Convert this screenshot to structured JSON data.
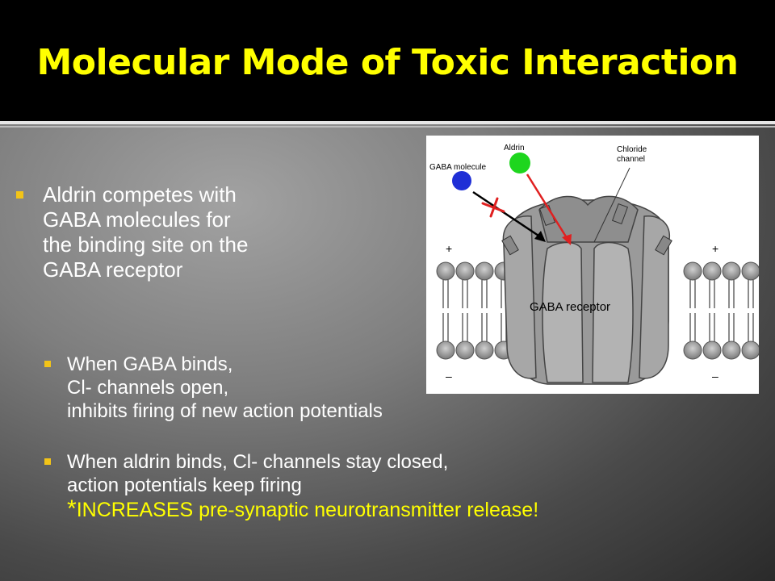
{
  "title": "Molecular Mode of Toxic Interaction",
  "bullet": {
    "lines": [
      "Aldrin competes with",
      "GABA molecules for",
      "the binding site on the",
      "GABA receptor"
    ]
  },
  "sub_bullets": [
    {
      "lines": [
        "When GABA binds,",
        "Cl- channels open,",
        "inhibits firing of new action potentials"
      ]
    },
    {
      "lines": [
        "When aldrin binds, Cl- channels stay closed,",
        "action potentials keep firing"
      ],
      "highlight_star": "*",
      "highlight_text": "INCREASES pre-synaptic neurotransmitter release!"
    }
  ],
  "figure": {
    "gaba_molecule_label": "GABA molecule",
    "aldrin_label": "Aldrin",
    "chloride_label_line1": "Chloride",
    "chloride_label_line2": "channel",
    "receptor_label": "GABA receptor",
    "plus_sign": "+",
    "minus_sign": "–",
    "colors": {
      "gaba_molecule": "#1f2fd6",
      "aldrin": "#1ed61e",
      "blocked_arrow": "#e02020",
      "accent_bullet": "#f3c417",
      "title": "#ffff00"
    }
  }
}
